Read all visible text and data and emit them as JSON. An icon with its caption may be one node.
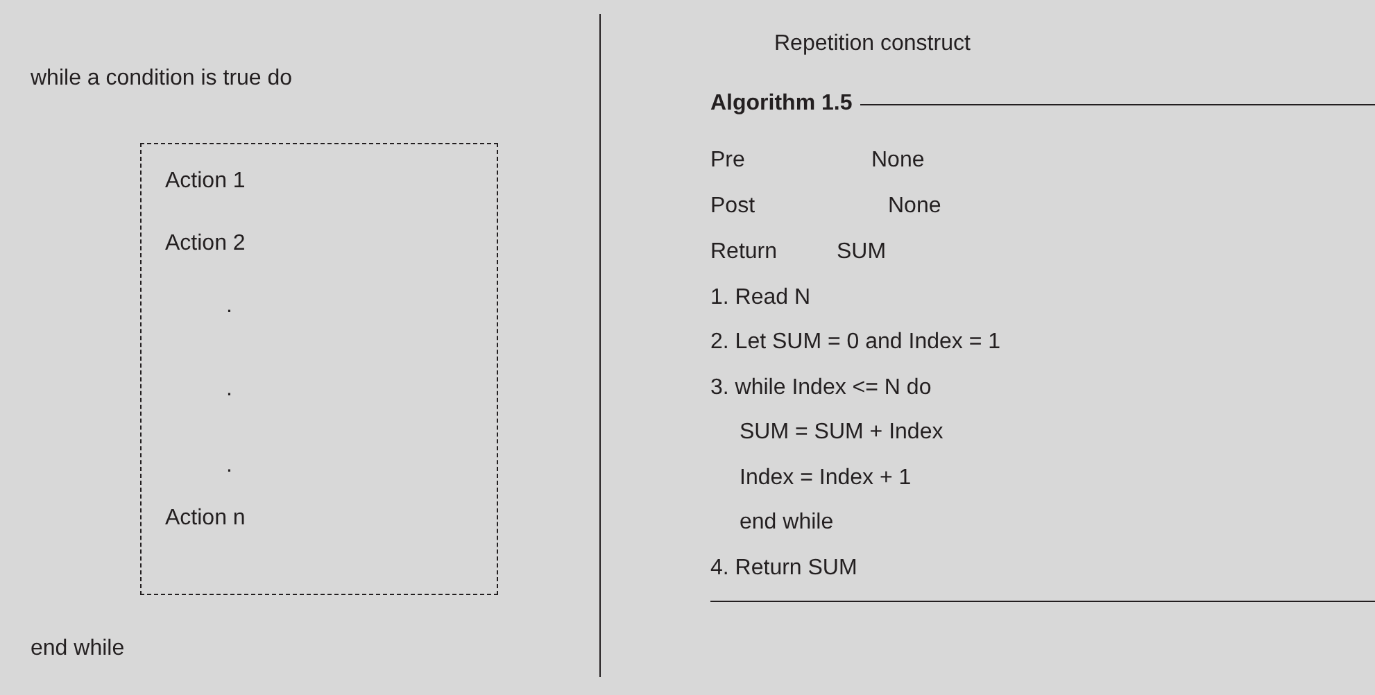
{
  "diagram": {
    "nodes": [
      {
        "text": [
          "Action 1",
          "Action 2",
          ".",
          ".",
          ".",
          "Action n"
        ]
      }
    ],
    "edges": [],
    "labels": [
      "while a condition is true do",
      "end while",
      "Repetition construct",
      "Algorithm 1.5",
      "Pre",
      "None",
      "Post",
      "None",
      "Return",
      "SUM",
      "1. Read N",
      "2. Let SUM = 0 and Index = 1",
      "3. while Index <= N do",
      "SUM = SUM + Index",
      "Index = Index + 1",
      "end while",
      "4. Return SUM"
    ]
  }
}
